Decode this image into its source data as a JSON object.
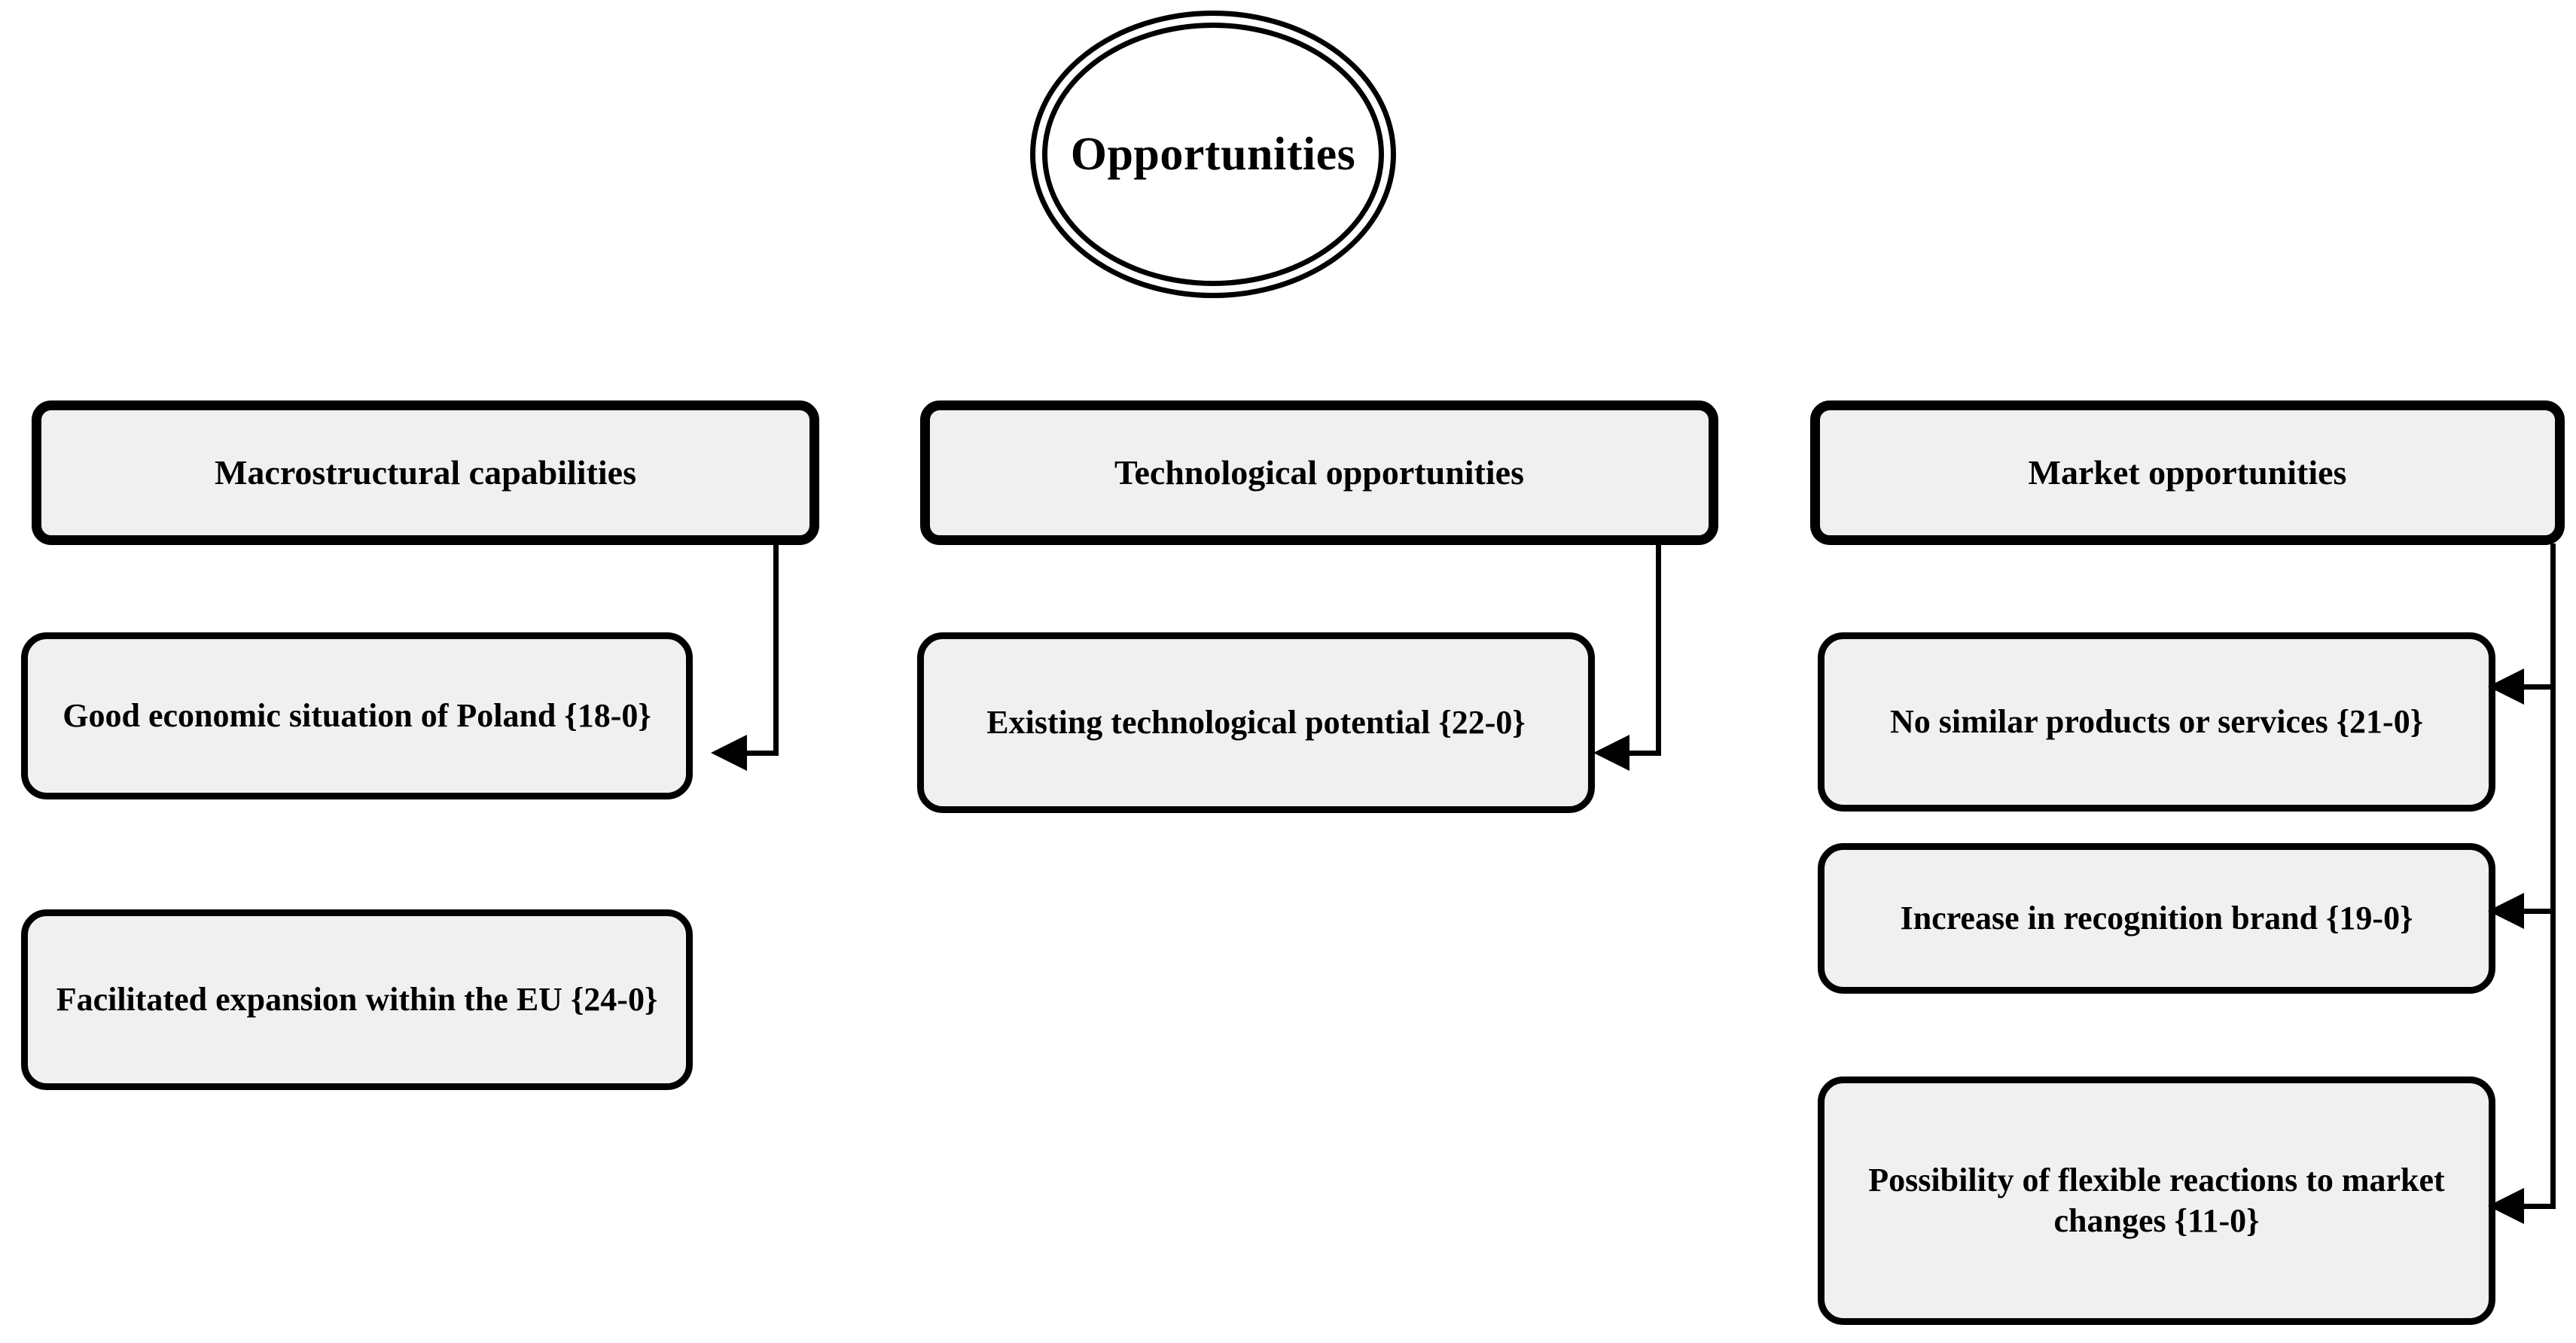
{
  "diagram": {
    "title": "Opportunities",
    "type": "swot-opportunities-hierarchy",
    "colors": {
      "box_fill": "#f0f0f0",
      "border": "#000000",
      "background": "#ffffff",
      "text": "#000000"
    },
    "columns": [
      {
        "id": "macrostructural",
        "header": "Macrostructural capabilities",
        "children": [
          {
            "label": "Good economic situation of Poland {18-0}",
            "code": "18-0"
          },
          {
            "label": "Facilitated expansion within the EU {24-0}",
            "code": "24-0"
          }
        ]
      },
      {
        "id": "technological",
        "header": "Technological opportunities",
        "children": [
          {
            "label": "Existing technological potential {22-0}",
            "code": "22-0"
          }
        ]
      },
      {
        "id": "market",
        "header": "Market opportunities",
        "children": [
          {
            "label": "No similar products or services {21-0}",
            "code": "21-0"
          },
          {
            "label": "Increase in recognition brand {19-0}",
            "code": "19-0"
          },
          {
            "label": "Possibility of flexible reactions to market changes {11-0}",
            "code": "11-0"
          }
        ]
      }
    ]
  }
}
